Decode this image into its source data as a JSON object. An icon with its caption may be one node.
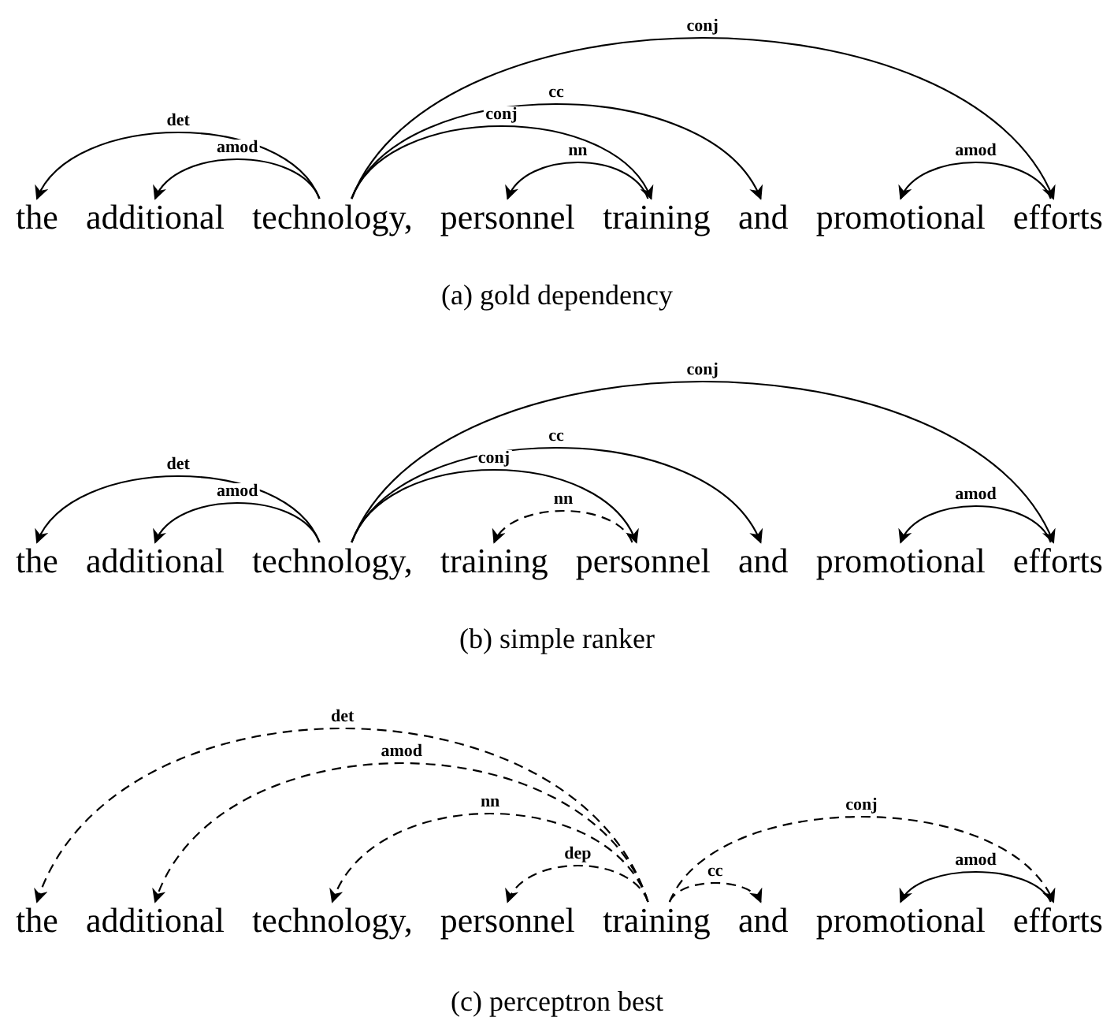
{
  "diagram": {
    "nodes": [
      {
        "text": [
          "the"
        ]
      },
      {
        "text": [
          "additional"
        ]
      },
      {
        "text": [
          "technology,"
        ]
      },
      {
        "text": [
          "personnel"
        ]
      },
      {
        "text": [
          "training"
        ]
      },
      {
        "text": [
          "and"
        ]
      },
      {
        "text": [
          "promotional"
        ]
      },
      {
        "text": [
          "efforts"
        ]
      },
      {
        "text": [
          "the"
        ]
      },
      {
        "text": [
          "additional"
        ]
      },
      {
        "text": [
          "technology,"
        ]
      },
      {
        "text": [
          "training"
        ]
      },
      {
        "text": [
          "personnel"
        ]
      },
      {
        "text": [
          "and"
        ]
      },
      {
        "text": [
          "promotional"
        ]
      },
      {
        "text": [
          "efforts"
        ]
      },
      {
        "text": [
          "the"
        ]
      },
      {
        "text": [
          "additional"
        ]
      },
      {
        "text": [
          "technology,"
        ]
      },
      {
        "text": [
          "personnel"
        ]
      },
      {
        "text": [
          "training"
        ]
      },
      {
        "text": [
          "and"
        ]
      },
      {
        "text": [
          "promotional"
        ]
      },
      {
        "text": [
          "efforts"
        ]
      }
    ],
    "edges": [
      {
        "from": 2,
        "to": 0,
        "arrow": "to",
        "label": "det"
      },
      {
        "from": 2,
        "to": 1,
        "arrow": "to",
        "label": "amod"
      },
      {
        "from": 2,
        "to": 7,
        "arrow": "to",
        "label": "conj"
      },
      {
        "from": 2,
        "to": 5,
        "arrow": "to",
        "label": "cc"
      },
      {
        "from": 2,
        "to": 4,
        "arrow": "to",
        "label": "conj"
      },
      {
        "from": 4,
        "to": 3,
        "arrow": "to",
        "label": "nn"
      },
      {
        "from": 7,
        "to": 6,
        "arrow": "to",
        "label": "amod"
      },
      {
        "from": 10,
        "to": 8,
        "arrow": "to",
        "label": "det"
      },
      {
        "from": 10,
        "to": 9,
        "arrow": "to",
        "label": "amod"
      },
      {
        "from": 10,
        "to": 15,
        "arrow": "to",
        "label": "conj"
      },
      {
        "from": 10,
        "to": 13,
        "arrow": "to",
        "label": "cc"
      },
      {
        "from": 10,
        "to": 12,
        "arrow": "to",
        "label": "conj"
      },
      {
        "from": 12,
        "to": 11,
        "arrow": "to",
        "label": "nn",
        "style": "dashed"
      },
      {
        "from": 15,
        "to": 14,
        "arrow": "to",
        "label": "amod"
      },
      {
        "from": 20,
        "to": 16,
        "arrow": "to",
        "label": "det",
        "style": "dashed"
      },
      {
        "from": 20,
        "to": 17,
        "arrow": "to",
        "label": "amod",
        "style": "dashed"
      },
      {
        "from": 20,
        "to": 18,
        "arrow": "to",
        "label": "nn",
        "style": "dashed"
      },
      {
        "from": 20,
        "to": 19,
        "arrow": "to",
        "label": "dep",
        "style": "dashed"
      },
      {
        "from": 20,
        "to": 21,
        "arrow": "to",
        "label": "cc",
        "style": "dashed"
      },
      {
        "from": 20,
        "to": 23,
        "arrow": "to",
        "label": "conj",
        "style": "dashed"
      },
      {
        "from": 23,
        "to": 22,
        "arrow": "to",
        "label": "amod"
      }
    ],
    "labels": [
      "(a) gold dependency",
      "(b) simple ranker",
      "(c) perceptron best"
    ]
  }
}
